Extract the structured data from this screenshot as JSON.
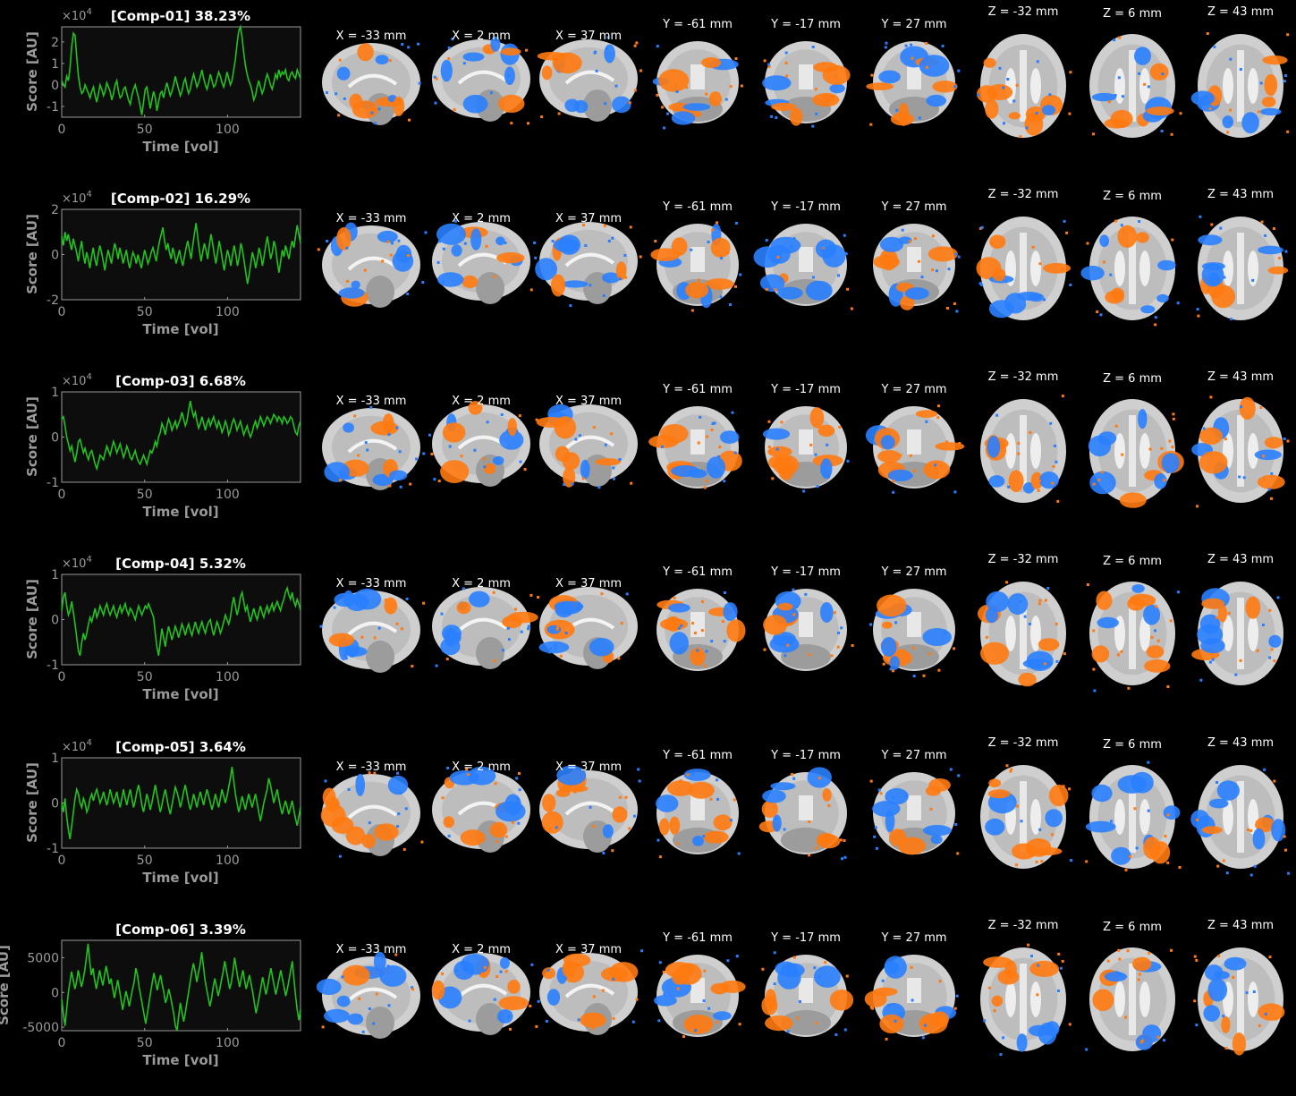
{
  "slice_labels": [
    "X = -33 mm",
    "X = 2 mm",
    "X = 37 mm",
    "Y = -61 mm",
    "Y = -17 mm",
    "Y = 27 mm",
    "Z = -32 mm",
    "Z = 6 mm",
    "Z = 43 mm"
  ],
  "colors": {
    "trace": "#22c21f",
    "axis_bg": "#0d0d0d",
    "axis": "#9a9a9a",
    "neg_map": "#2a7fff",
    "pos_map": "#ff7a10"
  },
  "chart_data": [
    {
      "type": "line",
      "title": "[Comp-01] 38.23%",
      "xlabel": "Time [vol]",
      "ylabel": "Score [AU]",
      "exponent": "×10",
      "exponent_power": "4",
      "xlim": [
        0,
        144
      ],
      "ylim": [
        -1.5,
        2.7
      ],
      "xticks": [
        0,
        50,
        100
      ],
      "yticks": [
        -1,
        0,
        1,
        2
      ],
      "x_tick_labels": [
        "0",
        "50",
        "100"
      ],
      "y_tick_labels": [
        "-1",
        "0",
        "1",
        "2"
      ],
      "y": [
        0.2,
        0.0,
        -0.1,
        0.4,
        0.2,
        0.8,
        1.8,
        2.4,
        2.3,
        1.3,
        0.4,
        -0.1,
        -0.4,
        -0.3,
        0.0,
        -0.2,
        -0.4,
        -0.6,
        -0.3,
        -0.1,
        -0.5,
        -0.8,
        -0.4,
        0.0,
        -0.2,
        -0.5,
        -0.3,
        0.1,
        -0.1,
        -0.3,
        -0.7,
        -0.4,
        0.0,
        0.2,
        -0.3,
        -0.6,
        -0.5,
        -0.2,
        -0.1,
        -0.4,
        -0.7,
        -0.9,
        -0.5,
        -0.2,
        0.0,
        -0.3,
        -0.6,
        -1.0,
        -1.4,
        -0.8,
        -0.2,
        -0.1,
        -0.6,
        -1.1,
        -0.7,
        -0.3,
        -0.6,
        -1.2,
        -0.8,
        -0.4,
        -0.3,
        -0.6,
        -0.2,
        0.1,
        -0.2,
        -0.5,
        -0.3,
        0.0,
        0.4,
        0.1,
        -0.2,
        -0.5,
        -0.3,
        0.1,
        0.3,
        -0.1,
        -0.4,
        -0.2,
        0.2,
        0.5,
        0.2,
        -0.1,
        0.1,
        0.4,
        0.7,
        0.3,
        0.0,
        -0.2,
        0.1,
        0.5,
        0.2,
        -0.1,
        0.0,
        0.3,
        0.6,
        0.4,
        0.1,
        -0.1,
        0.2,
        0.6,
        0.3,
        0.0,
        0.2,
        0.7,
        1.2,
        1.9,
        2.5,
        2.7,
        2.2,
        1.5,
        0.9,
        0.5,
        0.2,
        0.0,
        -0.3,
        -0.7,
        -0.5,
        -0.1,
        0.2,
        -0.1,
        -0.4,
        -0.2,
        0.2,
        0.5,
        0.3,
        0.0,
        -0.2,
        0.1,
        0.5,
        0.3,
        0.7,
        0.4,
        0.6,
        0.5,
        0.7,
        0.3,
        0.2,
        0.5,
        0.6,
        0.4,
        0.3,
        0.7,
        0.5,
        0.3
      ]
    },
    {
      "type": "line",
      "title": "[Comp-02] 16.29%",
      "xlabel": "Time [vol]",
      "ylabel": "Score [AU]",
      "exponent": "×10",
      "exponent_power": "4",
      "xlim": [
        0,
        144
      ],
      "ylim": [
        -2,
        2
      ],
      "xticks": [
        0,
        50,
        100
      ],
      "yticks": [
        -2,
        0,
        2
      ],
      "x_tick_labels": [
        "0",
        "50",
        "100"
      ],
      "y_tick_labels": [
        "-2",
        "0",
        "2"
      ],
      "y": [
        0.8,
        0.4,
        1.0,
        0.6,
        0.9,
        0.5,
        0.2,
        0.7,
        0.4,
        0.1,
        -0.3,
        0.2,
        0.6,
        0.0,
        -0.4,
        0.1,
        -0.2,
        -0.6,
        -0.1,
        0.3,
        -0.2,
        -0.5,
        0.0,
        0.4,
        0.1,
        -0.3,
        -0.7,
        -0.2,
        0.2,
        -0.1,
        -0.4,
        0.1,
        0.5,
        0.2,
        -0.2,
        0.3,
        0.0,
        -0.4,
        -0.1,
        0.2,
        -0.3,
        -0.6,
        -0.2,
        0.1,
        -0.1,
        -0.4,
        0.0,
        -0.3,
        -0.6,
        -0.2,
        0.2,
        -0.1,
        -0.4,
        -0.2,
        0.1,
        0.3,
        0.0,
        -0.3,
        0.2,
        0.6,
        0.9,
        1.2,
        0.6,
        0.2,
        0.5,
        0.1,
        -0.2,
        0.3,
        0.0,
        -0.4,
        -0.1,
        0.2,
        -0.2,
        -0.5,
        -0.1,
        0.3,
        0.6,
        0.2,
        -0.2,
        0.4,
        0.9,
        1.4,
        0.8,
        0.2,
        -0.3,
        0.1,
        0.5,
        0.2,
        -0.2,
        0.4,
        0.9,
        0.5,
        0.0,
        -0.4,
        0.1,
        0.6,
        0.2,
        -0.3,
        -0.7,
        -0.2,
        0.2,
        -0.1,
        -0.5,
        0.0,
        0.4,
        0.0,
        -0.5,
        -0.1,
        0.5,
        0.2,
        -0.3,
        -0.8,
        -1.3,
        -0.9,
        -0.4,
        0.1,
        -0.2,
        -0.6,
        -0.2,
        0.3,
        0.0,
        -0.5,
        -0.1,
        0.4,
        0.8,
        0.3,
        -0.2,
        0.1,
        0.6,
        0.3,
        -0.3,
        -0.8,
        -0.3,
        0.2,
        -0.1,
        0.4,
        0.1,
        -0.2,
        0.3,
        0.6,
        0.3,
        0.8,
        1.3,
        0.9,
        0.5
      ]
    },
    {
      "type": "line",
      "title": "[Comp-03] 6.68%",
      "xlabel": "Time [vol]",
      "ylabel": "Score [AU]",
      "exponent": "×10",
      "exponent_power": "4",
      "xlim": [
        0,
        144
      ],
      "ylim": [
        -1,
        1
      ],
      "xticks": [
        0,
        50,
        100
      ],
      "yticks": [
        -1,
        0,
        1
      ],
      "x_tick_labels": [
        "0",
        "50",
        "100"
      ],
      "y_tick_labels": [
        "-1",
        "0",
        "1"
      ],
      "y": [
        0.4,
        0.45,
        0.25,
        0.0,
        -0.15,
        -0.3,
        -0.2,
        -0.4,
        -0.55,
        -0.35,
        -0.1,
        -0.05,
        -0.2,
        -0.35,
        -0.25,
        -0.4,
        -0.5,
        -0.35,
        -0.3,
        -0.45,
        -0.6,
        -0.7,
        -0.55,
        -0.4,
        -0.45,
        -0.5,
        -0.35,
        -0.2,
        -0.3,
        -0.4,
        -0.25,
        -0.1,
        -0.2,
        -0.35,
        -0.25,
        -0.15,
        -0.3,
        -0.45,
        -0.35,
        -0.2,
        -0.3,
        -0.45,
        -0.5,
        -0.4,
        -0.3,
        -0.45,
        -0.55,
        -0.6,
        -0.5,
        -0.4,
        -0.5,
        -0.6,
        -0.45,
        -0.3,
        -0.35,
        -0.25,
        -0.1,
        -0.2,
        0.0,
        0.1,
        0.3,
        0.2,
        0.05,
        0.25,
        0.4,
        0.3,
        0.15,
        0.25,
        0.35,
        0.2,
        0.3,
        0.4,
        0.55,
        0.4,
        0.25,
        0.35,
        0.6,
        0.8,
        0.6,
        0.45,
        0.55,
        0.35,
        0.2,
        0.3,
        0.45,
        0.3,
        0.15,
        0.3,
        0.4,
        0.25,
        0.35,
        0.45,
        0.3,
        0.2,
        0.35,
        0.25,
        0.1,
        0.2,
        0.35,
        0.25,
        0.05,
        0.15,
        0.3,
        0.4,
        0.3,
        0.15,
        0.25,
        0.35,
        0.2,
        0.05,
        0.15,
        0.25,
        0.1,
        0.0,
        0.1,
        0.25,
        0.35,
        0.2,
        0.3,
        0.45,
        0.35,
        0.25,
        0.35,
        0.45,
        0.4,
        0.3,
        0.4,
        0.5,
        0.45,
        0.35,
        0.45,
        0.4,
        0.3,
        0.45,
        0.4,
        0.3,
        0.35,
        0.45,
        0.4,
        0.25,
        0.1,
        0.05,
        0.25,
        0.35
      ]
    },
    {
      "type": "line",
      "title": "[Comp-04] 5.32%",
      "xlabel": "Time [vol]",
      "ylabel": "Score [AU]",
      "exponent": "×10",
      "exponent_power": "4",
      "xlim": [
        0,
        144
      ],
      "ylim": [
        -1,
        1
      ],
      "xticks": [
        0,
        50,
        100
      ],
      "yticks": [
        -1,
        0,
        1
      ],
      "x_tick_labels": [
        "0",
        "50",
        "100"
      ],
      "y_tick_labels": [
        "-1",
        "0",
        "1"
      ],
      "y": [
        0.2,
        0.5,
        0.6,
        0.3,
        0.1,
        0.2,
        0.4,
        0.15,
        -0.1,
        -0.4,
        -0.7,
        -0.8,
        -0.5,
        -0.3,
        -0.45,
        -0.3,
        -0.1,
        0.05,
        -0.05,
        0.1,
        0.25,
        0.05,
        0.15,
        0.3,
        0.2,
        0.1,
        0.25,
        0.35,
        0.2,
        0.1,
        0.2,
        0.3,
        0.15,
        0.05,
        0.2,
        0.3,
        0.15,
        0.25,
        0.35,
        0.2,
        0.1,
        0.25,
        0.2,
        0.1,
        0.0,
        0.15,
        0.3,
        0.2,
        0.1,
        0.2,
        0.3,
        0.25,
        0.35,
        0.25,
        0.15,
        0.05,
        -0.3,
        -0.6,
        -0.8,
        -0.5,
        -0.2,
        -0.4,
        -0.6,
        -0.35,
        -0.15,
        -0.3,
        -0.45,
        -0.3,
        -0.15,
        -0.25,
        -0.4,
        -0.25,
        -0.1,
        -0.2,
        -0.35,
        -0.2,
        -0.1,
        -0.25,
        -0.35,
        -0.2,
        -0.05,
        -0.2,
        -0.3,
        -0.15,
        -0.05,
        -0.2,
        -0.3,
        -0.15,
        -0.05,
        0.0,
        -0.2,
        -0.35,
        -0.2,
        -0.05,
        -0.15,
        -0.3,
        -0.2,
        -0.05,
        0.1,
        0.0,
        -0.1,
        0.05,
        0.3,
        0.5,
        0.3,
        0.1,
        0.25,
        0.5,
        0.6,
        0.4,
        0.2,
        0.3,
        0.1,
        -0.05,
        0.1,
        0.25,
        0.1,
        0.0,
        0.15,
        0.3,
        0.15,
        0.05,
        0.2,
        0.3,
        0.15,
        0.25,
        0.35,
        0.2,
        0.3,
        0.4,
        0.3,
        0.2,
        0.35,
        0.45,
        0.6,
        0.7,
        0.55,
        0.45,
        0.6,
        0.4,
        0.3,
        0.45,
        0.35,
        0.2
      ]
    },
    {
      "type": "line",
      "title": "[Comp-05] 3.64%",
      "xlabel": "Time [vol]",
      "ylabel": "Score [AU]",
      "exponent": "×10",
      "exponent_power": "4",
      "xlim": [
        0,
        144
      ],
      "ylim": [
        -1,
        1
      ],
      "xticks": [
        0,
        50,
        100
      ],
      "yticks": [
        -1,
        0,
        1
      ],
      "x_tick_labels": [
        "0",
        "50",
        "100"
      ],
      "y_tick_labels": [
        "-1",
        "0",
        "1"
      ],
      "y": [
        0.0,
        -0.2,
        0.1,
        -0.3,
        -0.6,
        -0.8,
        -0.5,
        -0.2,
        0.1,
        0.3,
        0.2,
        0.0,
        -0.1,
        0.1,
        0.0,
        -0.2,
        -0.1,
        0.1,
        0.2,
        0.05,
        0.2,
        0.3,
        0.15,
        0.0,
        0.1,
        0.25,
        0.1,
        -0.05,
        0.1,
        0.3,
        0.15,
        0.0,
        0.1,
        0.25,
        0.05,
        -0.1,
        0.1,
        0.3,
        0.1,
        -0.05,
        0.15,
        0.3,
        0.1,
        -0.1,
        0.05,
        0.25,
        0.4,
        0.2,
        -0.05,
        -0.2,
        0.0,
        0.2,
        0.05,
        -0.15,
        0.0,
        0.2,
        0.4,
        0.2,
        0.0,
        -0.2,
        -0.05,
        0.15,
        0.3,
        0.1,
        -0.1,
        -0.25,
        -0.05,
        0.15,
        0.35,
        0.25,
        0.1,
        -0.1,
        0.05,
        0.25,
        0.4,
        0.2,
        0.0,
        -0.15,
        0.0,
        0.2,
        0.05,
        -0.1,
        0.1,
        0.25,
        0.1,
        -0.05,
        0.15,
        0.3,
        0.15,
        0.0,
        -0.15,
        0.0,
        0.2,
        0.05,
        -0.1,
        0.1,
        0.3,
        0.15,
        0.0,
        0.15,
        0.35,
        0.55,
        0.8,
        0.5,
        0.2,
        0.0,
        -0.2,
        -0.05,
        0.15,
        0.0,
        -0.15,
        0.05,
        0.2,
        0.05,
        -0.1,
        0.05,
        0.2,
        0.0,
        -0.2,
        -0.4,
        -0.2,
        0.0,
        0.15,
        0.3,
        0.55,
        0.4,
        0.2,
        0.0,
        0.15,
        0.3,
        0.1,
        -0.1,
        -0.25,
        -0.1,
        0.05,
        -0.1,
        -0.25,
        -0.1,
        0.05,
        -0.15,
        -0.35,
        -0.5,
        -0.3,
        -0.1
      ]
    },
    {
      "type": "line",
      "title": "[Comp-06] 3.39%",
      "xlabel": "Time [vol]",
      "ylabel": "Score [AU]",
      "exponent": "",
      "exponent_power": "",
      "xlim": [
        0,
        144
      ],
      "ylim": [
        -5500,
        7500
      ],
      "xticks": [
        0,
        50,
        100
      ],
      "yticks": [
        -5000,
        0,
        5000
      ],
      "x_tick_labels": [
        "0",
        "50",
        "100"
      ],
      "y_tick_labels": [
        "-5000",
        "0",
        "5000"
      ],
      "y": [
        -1000,
        -3000,
        -4800,
        -2500,
        0,
        1500,
        3000,
        1800,
        500,
        1500,
        3200,
        2000,
        800,
        1800,
        3200,
        5000,
        7000,
        4500,
        2500,
        3500,
        1800,
        500,
        1800,
        3200,
        2000,
        1000,
        2500,
        3800,
        2500,
        1200,
        2000,
        500,
        -800,
        500,
        1800,
        500,
        -1000,
        -2500,
        -1200,
        200,
        -800,
        -2000,
        -800,
        500,
        1500,
        3500,
        2500,
        800,
        -500,
        -1800,
        -3200,
        -4500,
        -3000,
        -1500,
        0,
        1500,
        2800,
        1500,
        300,
        1500,
        2500,
        1200,
        0,
        -1500,
        -800,
        500,
        -500,
        -1800,
        -3000,
        -4800,
        -5500,
        -3500,
        -1500,
        -2800,
        -4200,
        -3000,
        -1500,
        0,
        1500,
        3000,
        4200,
        3000,
        1500,
        2800,
        4000,
        5800,
        3800,
        1800,
        500,
        -800,
        -2000,
        -800,
        800,
        2000,
        800,
        -500,
        500,
        1800,
        3000,
        4500,
        3200,
        1800,
        500,
        1500,
        3000,
        5000,
        3500,
        2000,
        800,
        2000,
        3200,
        1800,
        500,
        1500,
        2500,
        1200,
        0,
        -1500,
        -3000,
        -1800,
        -500,
        800,
        2200,
        1000,
        -300,
        800,
        2200,
        3500,
        2200,
        1000,
        -300,
        800,
        2000,
        3200,
        2000,
        800,
        -500,
        500,
        1800,
        3200,
        4500,
        2000,
        -500,
        -2500,
        -4000,
        -2500
      ]
    }
  ]
}
